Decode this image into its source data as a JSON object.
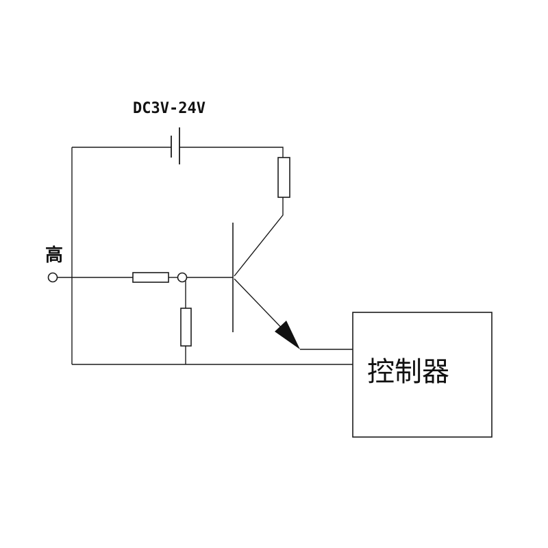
{
  "supply": {
    "label": "DC3V-24V"
  },
  "input": {
    "label": "高"
  },
  "controller": {
    "label": "控制器"
  }
}
